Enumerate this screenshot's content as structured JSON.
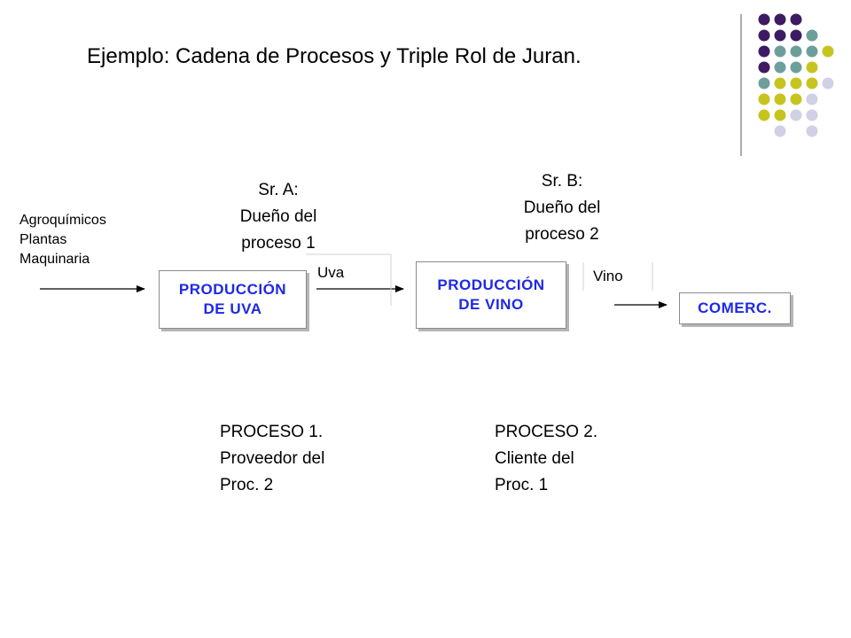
{
  "title": "Ejemplo: Cadena de Procesos y Triple Rol de Juran.",
  "owner_a": {
    "line1": "Sr. A:",
    "line2": "Dueño del",
    "line3": "proceso 1"
  },
  "owner_b": {
    "line1": "Sr. B:",
    "line2": "Dueño del",
    "line3": "proceso 2"
  },
  "inputs": [
    "Agroquímicos",
    "Plantas",
    "Maquinaria"
  ],
  "box_uva": {
    "line1": "PRODUCCIÓN",
    "line2": "DE UVA"
  },
  "box_vino": {
    "line1": "PRODUCCIÓN",
    "line2": "DE VINO"
  },
  "box_comerc": {
    "label": "COMERC."
  },
  "flow_uva": "Uva",
  "flow_vino": "Vino",
  "proc_1": {
    "line1": "PROCESO 1.",
    "line2": "Proveedor del",
    "line3": "Proc. 2"
  },
  "proc_2": {
    "line1": "PROCESO 2.",
    "line2": "Cliente del",
    "line3": "Proc. 1"
  },
  "colors": {
    "box_text": "#1e28e6",
    "dot_purple": "#3d1a63",
    "dot_teal": "#6e9e9c",
    "dot_yellow": "#c6c41e",
    "dot_lavender": "#d0d0e6"
  }
}
